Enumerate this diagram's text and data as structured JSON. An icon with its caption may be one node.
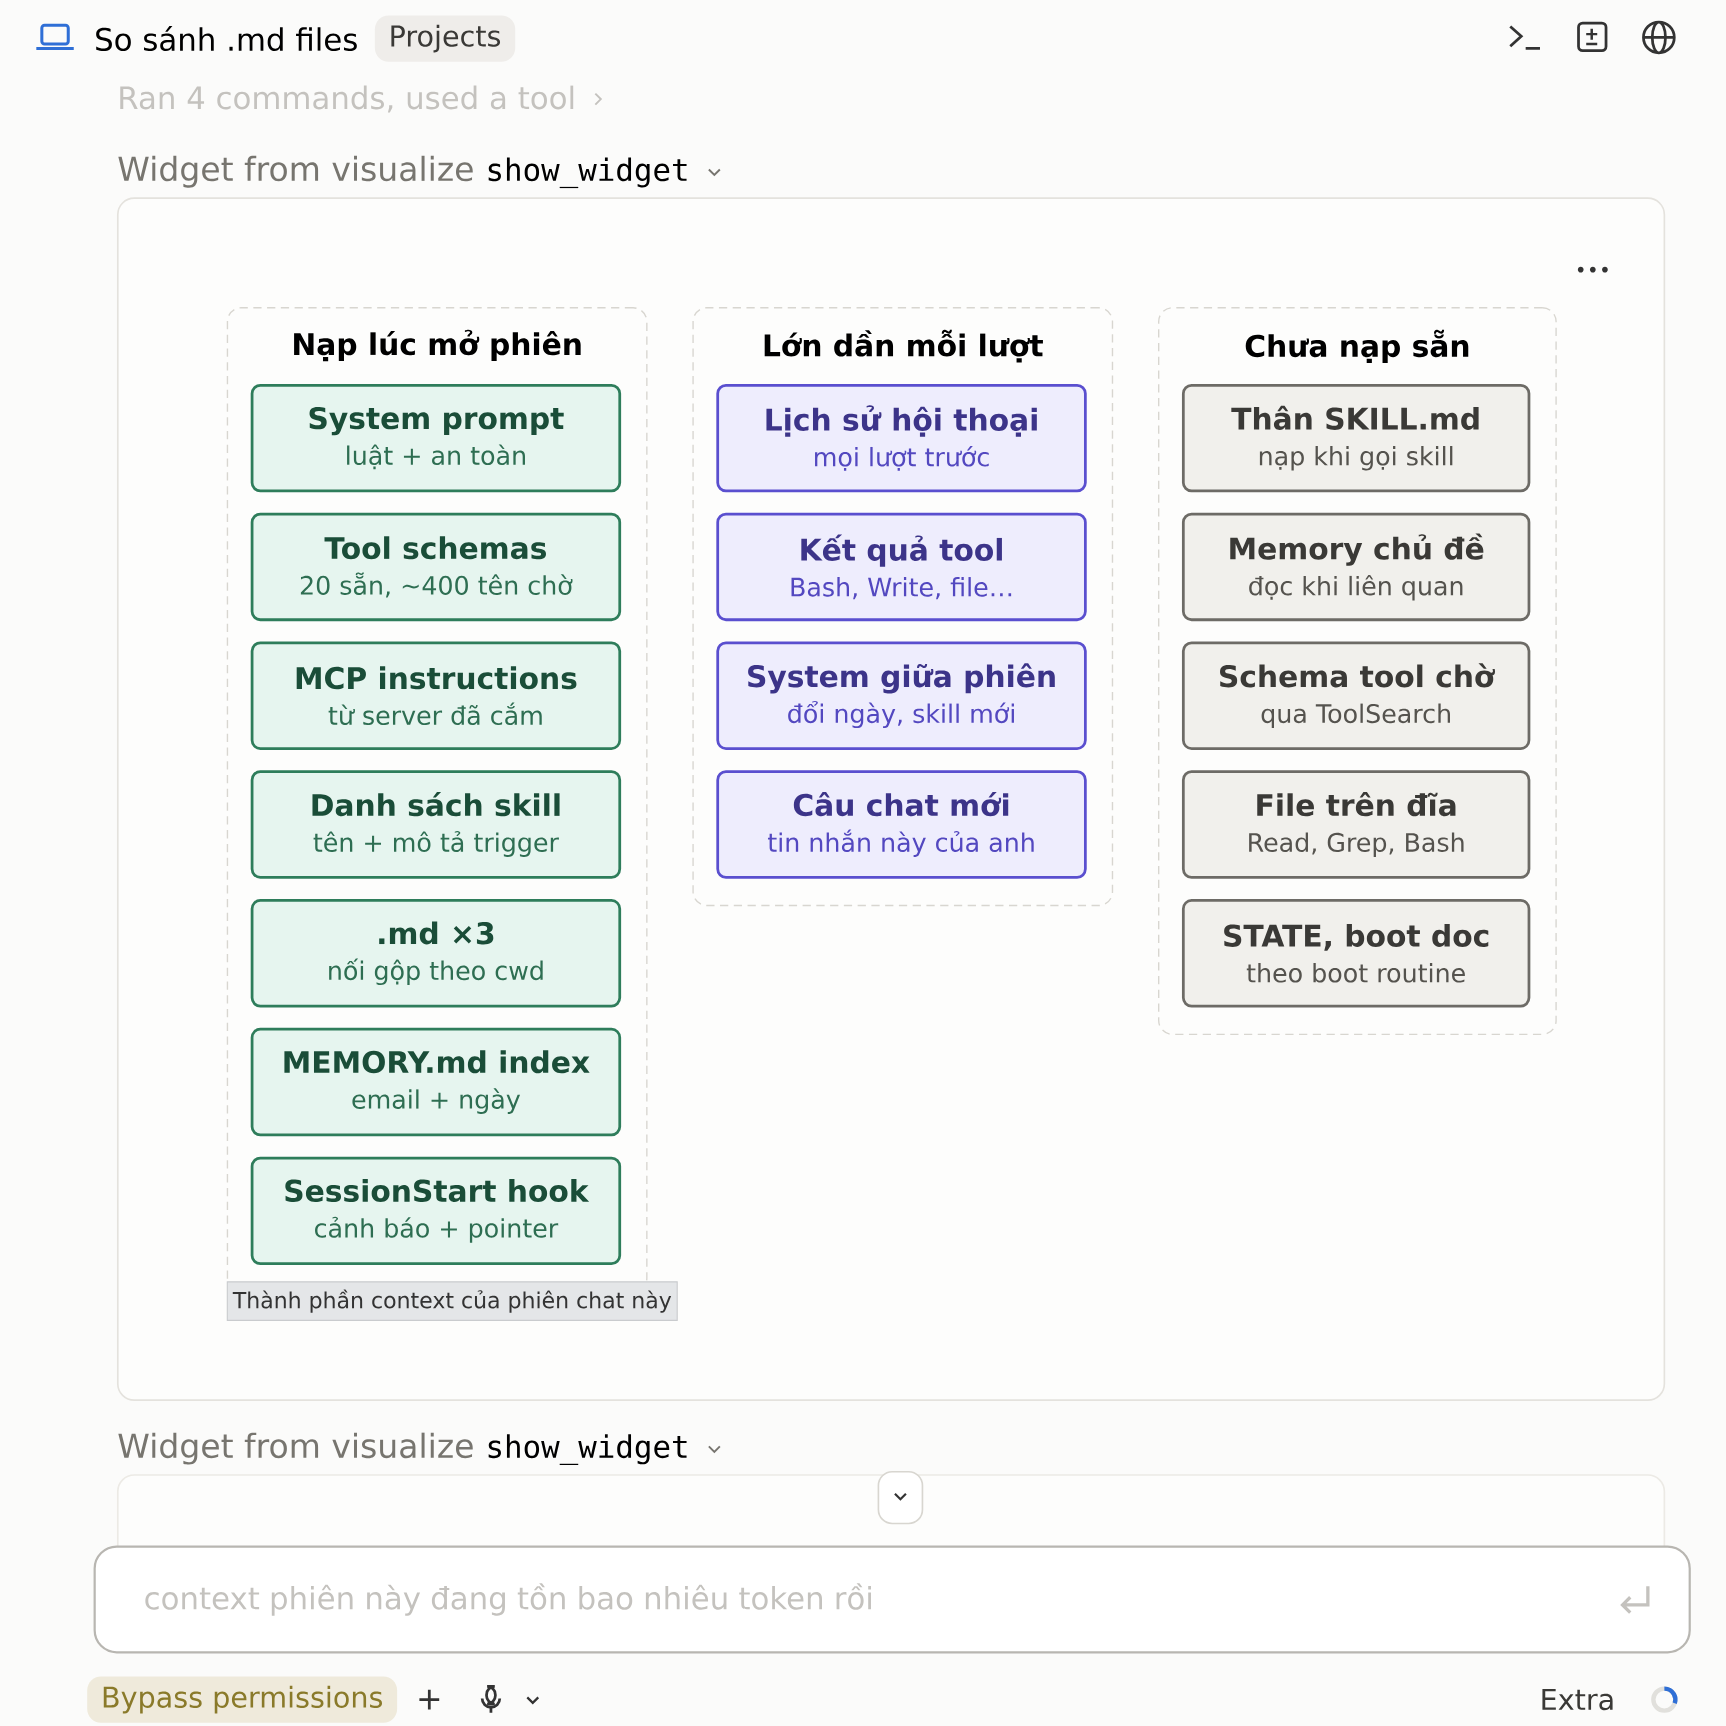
{
  "diagram": {
    "nodes": [
      {
        "text": [
          "Nạp lúc mở phiên"
        ]
      },
      {
        "text": [
          "System prompt",
          "luật + an toàn"
        ],
        "in": 0
      },
      {
        "text": [
          "Tool schemas",
          "20 sẵn, ~400 tên chờ"
        ],
        "in": 0
      },
      {
        "text": [
          "MCP instructions",
          "từ server đã cắm"
        ],
        "in": 0
      },
      {
        "text": [
          "Danh sách skill",
          "tên + mô tả trigger"
        ],
        "in": 0
      },
      {
        "text": [
          ".md ×3",
          "nối gộp theo cwd"
        ],
        "in": 0
      },
      {
        "text": [
          "MEMORY.md index",
          "email + ngày"
        ],
        "in": 0
      },
      {
        "text": [
          "SessionStart hook",
          "cảnh báo + pointer"
        ],
        "in": 0
      },
      {
        "text": [
          "Lớn dần mỗi lượt"
        ]
      },
      {
        "text": [
          "Lịch sử hội thoại",
          "mọi lượt trước"
        ],
        "in": 8
      },
      {
        "text": [
          "Kết quả tool",
          "Bash, Write, file…"
        ],
        "in": 8
      },
      {
        "text": [
          "System giữa phiên",
          "đổi ngày, skill mới"
        ],
        "in": 8
      },
      {
        "text": [
          "Câu chat mới",
          "tin nhắn này của anh"
        ],
        "in": 8
      },
      {
        "text": [
          "Chưa nạp sẵn"
        ]
      },
      {
        "text": [
          "Thân SKILL.md",
          "nạp khi gọi skill"
        ],
        "in": 13
      },
      {
        "text": [
          "Memory chủ đề",
          "đọc khi liên quan"
        ],
        "in": 13
      },
      {
        "text": [
          "Schema tool chờ",
          "qua ToolSearch"
        ],
        "in": 13
      },
      {
        "text": [
          "File trên đĩa",
          "Read, Grep, Bash"
        ],
        "in": 13
      },
      {
        "text": [
          "STATE, boot doc",
          "theo boot routine"
        ],
        "in": 13
      }
    ],
    "labels": [
      "So sánh .md files",
      "Projects",
      "Ran 4 commands, used a tool",
      "Widget from visualize",
      "show_widget",
      "Thành phần context của phiên chat này",
      "Widget from visualize",
      "show_widget",
      "context phiên này đang tồn bao nhiêu token rồi",
      "Bypass permissions",
      "Extra"
    ]
  }
}
